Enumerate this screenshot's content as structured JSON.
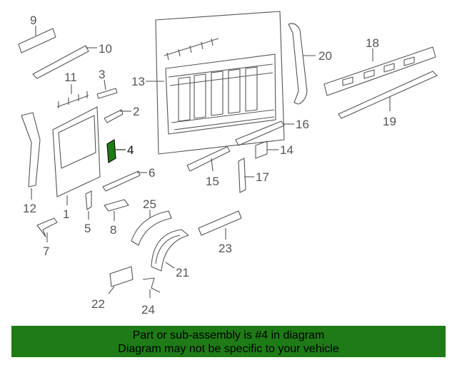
{
  "diagram": {
    "callouts": [
      "1",
      "2",
      "3",
      "4",
      "5",
      "6",
      "7",
      "8",
      "9",
      "10",
      "11",
      "12",
      "13",
      "14",
      "15",
      "16",
      "17",
      "18",
      "19",
      "20",
      "21",
      "22",
      "23",
      "24",
      "25"
    ],
    "highlighted_part": "4",
    "highlight_color": "#1e7b16"
  },
  "banner": {
    "line1": "Part or sub-assembly is #4 in diagram",
    "line2": "Diagram may not be specific to your vehicle",
    "background": "#1e7b16"
  }
}
